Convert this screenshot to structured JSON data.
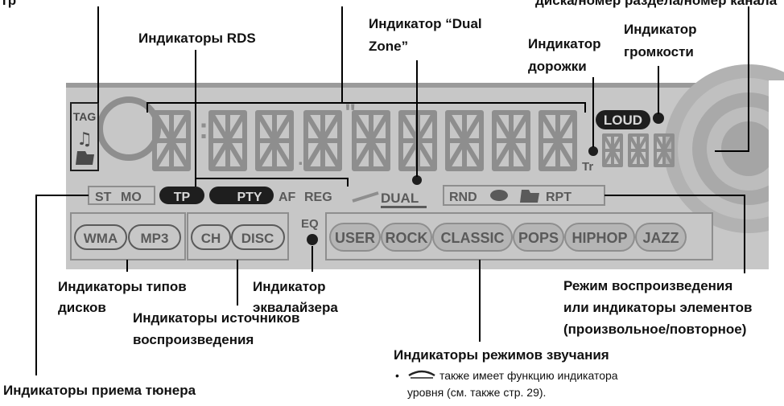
{
  "labels": {
    "top_left_cut": "Тр",
    "top_right_cut": "диска/номер раздела/номер канала",
    "rds": "Индикаторы RDS",
    "dual_zone": [
      "Индикатор “Dual",
      "Zone”"
    ],
    "track": [
      "Индикатор",
      "дорожки"
    ],
    "volume": [
      "Индикатор",
      "громкости"
    ],
    "disc_types": [
      "Индикаторы типов",
      "дисков"
    ],
    "equalizer": [
      "Индикатор",
      "эквалайзера"
    ],
    "sources": [
      "Индикаторы источников",
      "воспроизведения"
    ],
    "play_mode": [
      "Режим воспроизведения",
      "или индикаторы элементов",
      "(произвольное/повторное)"
    ],
    "sound_modes": "Индикаторы режимов звучания",
    "sound_modes_note": [
      "также имеет функцию индикатора",
      "уровня (см. также стр. 29)."
    ],
    "note_bullet": "•",
    "tuner": "Индикаторы приема тюнера"
  },
  "lcd": {
    "tag": "TAG",
    "loud": "LOUD",
    "tr": "Tr",
    "st": "ST",
    "mo": "MO",
    "tp": "TP",
    "pty": "PTY",
    "af": "AF",
    "reg": "REG",
    "dual": "DUAL",
    "rnd": "RND",
    "rpt": "RPT",
    "eq": "EQ",
    "disc_types": [
      "WMA",
      "MP3"
    ],
    "sources": [
      "CH",
      "DISC"
    ],
    "sound_modes": [
      "USER",
      "ROCK",
      "CLASSIC",
      "POPS",
      "HIPHOP",
      "JAZZ"
    ]
  },
  "colors": {
    "lcd_body": "#c4c4c4",
    "segment": "#8e8e8e",
    "dark": "#1e1e1e",
    "text_gray": "#5a5a5a"
  }
}
